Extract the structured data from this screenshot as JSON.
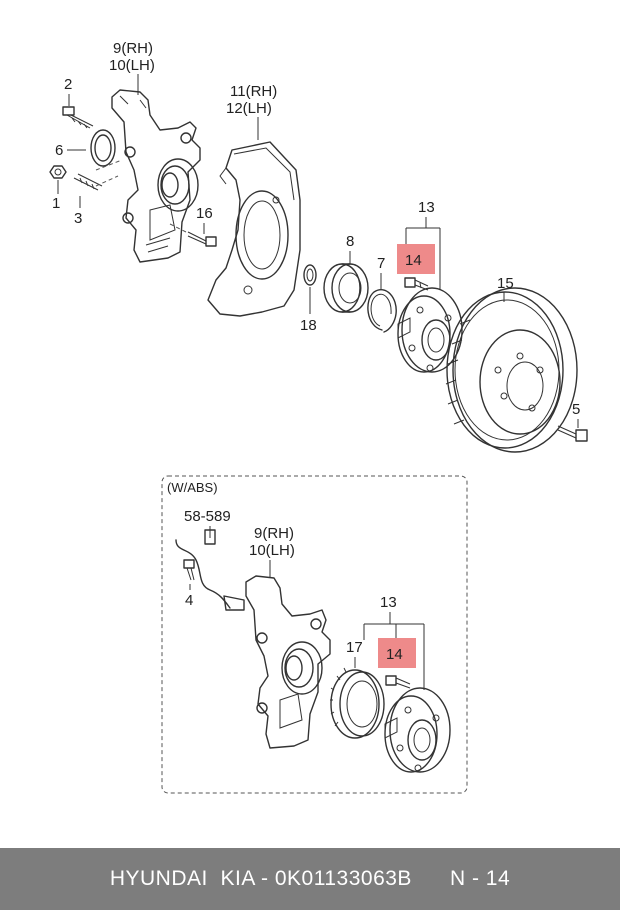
{
  "labels": {
    "knuckle_top": {
      "l1": "9(RH)",
      "l2": "10(LH)"
    },
    "n2": "2",
    "n6": "6",
    "n1": "1",
    "n3": "3",
    "n16": "16",
    "dust_cover": {
      "l1": "11(RH)",
      "l2": "12(LH)"
    },
    "n8": "8",
    "n7": "7",
    "n18": "18",
    "n13_top": "13",
    "n14_top": "14",
    "n15": "15",
    "n5": "5",
    "abs_title": "(W/ABS)",
    "ref_58": "58-589",
    "knuckle_abs": {
      "l1": "9(RH)",
      "l2": "10(LH)"
    },
    "n4": "4",
    "n13_abs": "13",
    "n17": "17",
    "n14_abs": "14"
  },
  "colors": {
    "highlight": "#ee8a8a",
    "footer_bg": "#7d7d7d",
    "line": "#333333"
  },
  "footer": {
    "left": "HYUNDAI  KIA - 0K01133063B",
    "right": "N - 14"
  }
}
